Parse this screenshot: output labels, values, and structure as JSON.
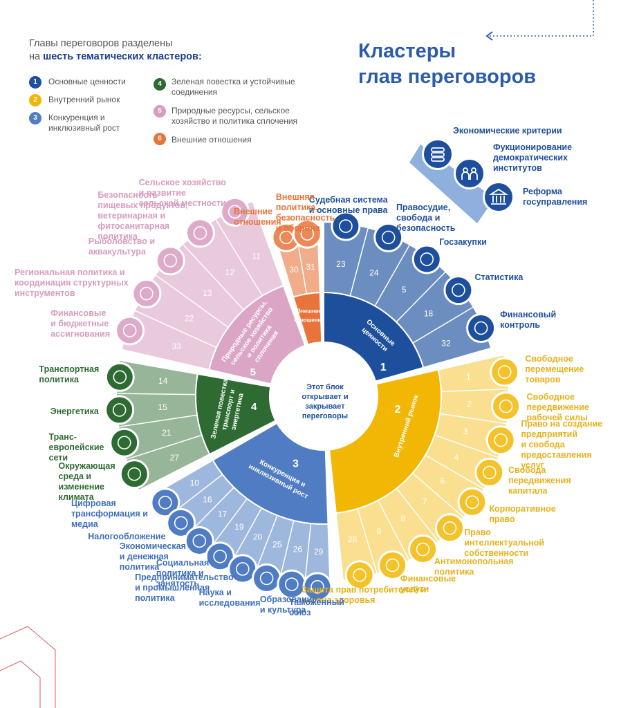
{
  "intro": {
    "line1": "Главы переговоров разделены",
    "line2_prefix": "на ",
    "line2_bold": "шесть тематических кластеров:"
  },
  "title": {
    "line1": "Кластеры",
    "line2": "глав переговоров"
  },
  "legend": [
    {
      "num": "1",
      "label": "Основные ценности",
      "color": "#1d4f9c"
    },
    {
      "num": "2",
      "label": "Внутренний рынок",
      "color": "#f2b705"
    },
    {
      "num": "3",
      "label": "Конкуренция и инклюзивный рост",
      "color": "#4f7cc2"
    },
    {
      "num": "4",
      "label": "Зеленая повестка и устойчивые соединения",
      "color": "#2e6b32"
    },
    {
      "num": "5",
      "label": "Природные ресурсы, сельское хозяйство и политика сплочения",
      "color": "#d79cbf"
    },
    {
      "num": "6",
      "label": "Внешние отношения",
      "color": "#e8743b"
    }
  ],
  "center": {
    "line1": "Этот блок",
    "line2": "открывает и",
    "line3": "закрывает",
    "line4": "переговоры"
  },
  "clusters": {
    "c1": {
      "num": "1",
      "name1": "Основные",
      "name2": "ценности"
    },
    "c2": {
      "num": "2",
      "name": "Внутренний рынок"
    },
    "c3": {
      "num": "3",
      "name1": "Конкуренция и",
      "name2": "инклюзивный рост"
    },
    "c4": {
      "num": "4",
      "name1": "Зеленая повестка,",
      "name2": "транспорт и",
      "name3": "энергетика"
    },
    "c5": {
      "num": "5",
      "name1": "Природные ресурсы,",
      "name2": "сельское хозяйство",
      "name3": "и политика",
      "name4": "сплочения"
    },
    "c6": {
      "name1": "Внешние",
      "name2": "отношения"
    }
  },
  "fundamentals": {
    "l1": "Экономические критерии",
    "l2a": "Фукционирование",
    "l2b": "демократических",
    "l2c": "институтов",
    "l3a": "Реформа",
    "l3b": "госуправления"
  },
  "chapters": {
    "c1": [
      {
        "num": "23",
        "label": "Судебная система\nи основные права"
      },
      {
        "num": "24",
        "label": "Правосудие,\nсвобода и\nбезопасность"
      },
      {
        "num": "5",
        "label": "Госзакупки"
      },
      {
        "num": "18",
        "label": "Статистика"
      },
      {
        "num": "32",
        "label": "Финансовый\nконтроль"
      }
    ],
    "c2": [
      {
        "num": "1",
        "label": "Свободное\nперемещение\nтоваров"
      },
      {
        "num": "2",
        "label": "Свободное\nпередвижение\nрабочей силы"
      },
      {
        "num": "3",
        "label": "Право на создание\nпредприятий\nи свобода\nпредоставления\nуслуг"
      },
      {
        "num": "4",
        "label": "Свобода\nпередвижения\nкапитала"
      },
      {
        "num": "6",
        "label": "Корпоративное\nправо"
      },
      {
        "num": "7",
        "label": "Право\nинтеллектуальной\nсобственности"
      },
      {
        "num": "8",
        "label": "Антимонопольная\nполитика"
      },
      {
        "num": "9",
        "label": "Финансовые\nуслуги"
      },
      {
        "num": "28",
        "label": "Защита прав потребителей и\nохрана здоровья"
      }
    ],
    "c3": [
      {
        "num": "10",
        "label": "Цифровая\nтрансформация и\nмедиа"
      },
      {
        "num": "16",
        "label": "Налогообложение"
      },
      {
        "num": "17",
        "label": "Экономическая\nи денежная\nполитика"
      },
      {
        "num": "19",
        "label": "Социальная\nполитика и\nзанятость"
      },
      {
        "num": "20",
        "label": "Предпринимательство\nи промышленная\nполитика"
      },
      {
        "num": "25",
        "label": "Наука и\nисследования"
      },
      {
        "num": "26",
        "label": "Образование\nи культура"
      },
      {
        "num": "29",
        "label": "Таможенный\nсоюз"
      }
    ],
    "c4": [
      {
        "num": "14",
        "label": "Транспортная\nполитика"
      },
      {
        "num": "15",
        "label": "Энергетика"
      },
      {
        "num": "21",
        "label": "Транс-\nевропейские\nсети"
      },
      {
        "num": "27",
        "label": "Окружающая\nсреда и\nизменение\nклимата"
      }
    ],
    "c5": [
      {
        "num": "11",
        "label": "Сельское хозяйство\nи развитие\nсельской местности"
      },
      {
        "num": "12",
        "label": "Безопасность\nпищевых продуктов,\nветеринарная и\nфитосанитарная\nполитика"
      },
      {
        "num": "13",
        "label": "Рыболовство и\nаквакультура"
      },
      {
        "num": "22",
        "label": "Региональная политика и\nкоординация структурных\nинструментов"
      },
      {
        "num": "33",
        "label": "Финансовые\nи бюджетные\nассигнования"
      }
    ],
    "c6": [
      {
        "num": "30",
        "label": "Внешние\nотношения"
      },
      {
        "num": "31",
        "label": "Внешняя\nполитика,\nбезопасность\nи оборона"
      }
    ]
  },
  "colors": {
    "c1": "#1d4f9c",
    "c2": "#f2b705",
    "c3": "#4f7cc2",
    "c4": "#2e6b32",
    "c5": "#d79cbf",
    "c6": "#e8743b"
  }
}
